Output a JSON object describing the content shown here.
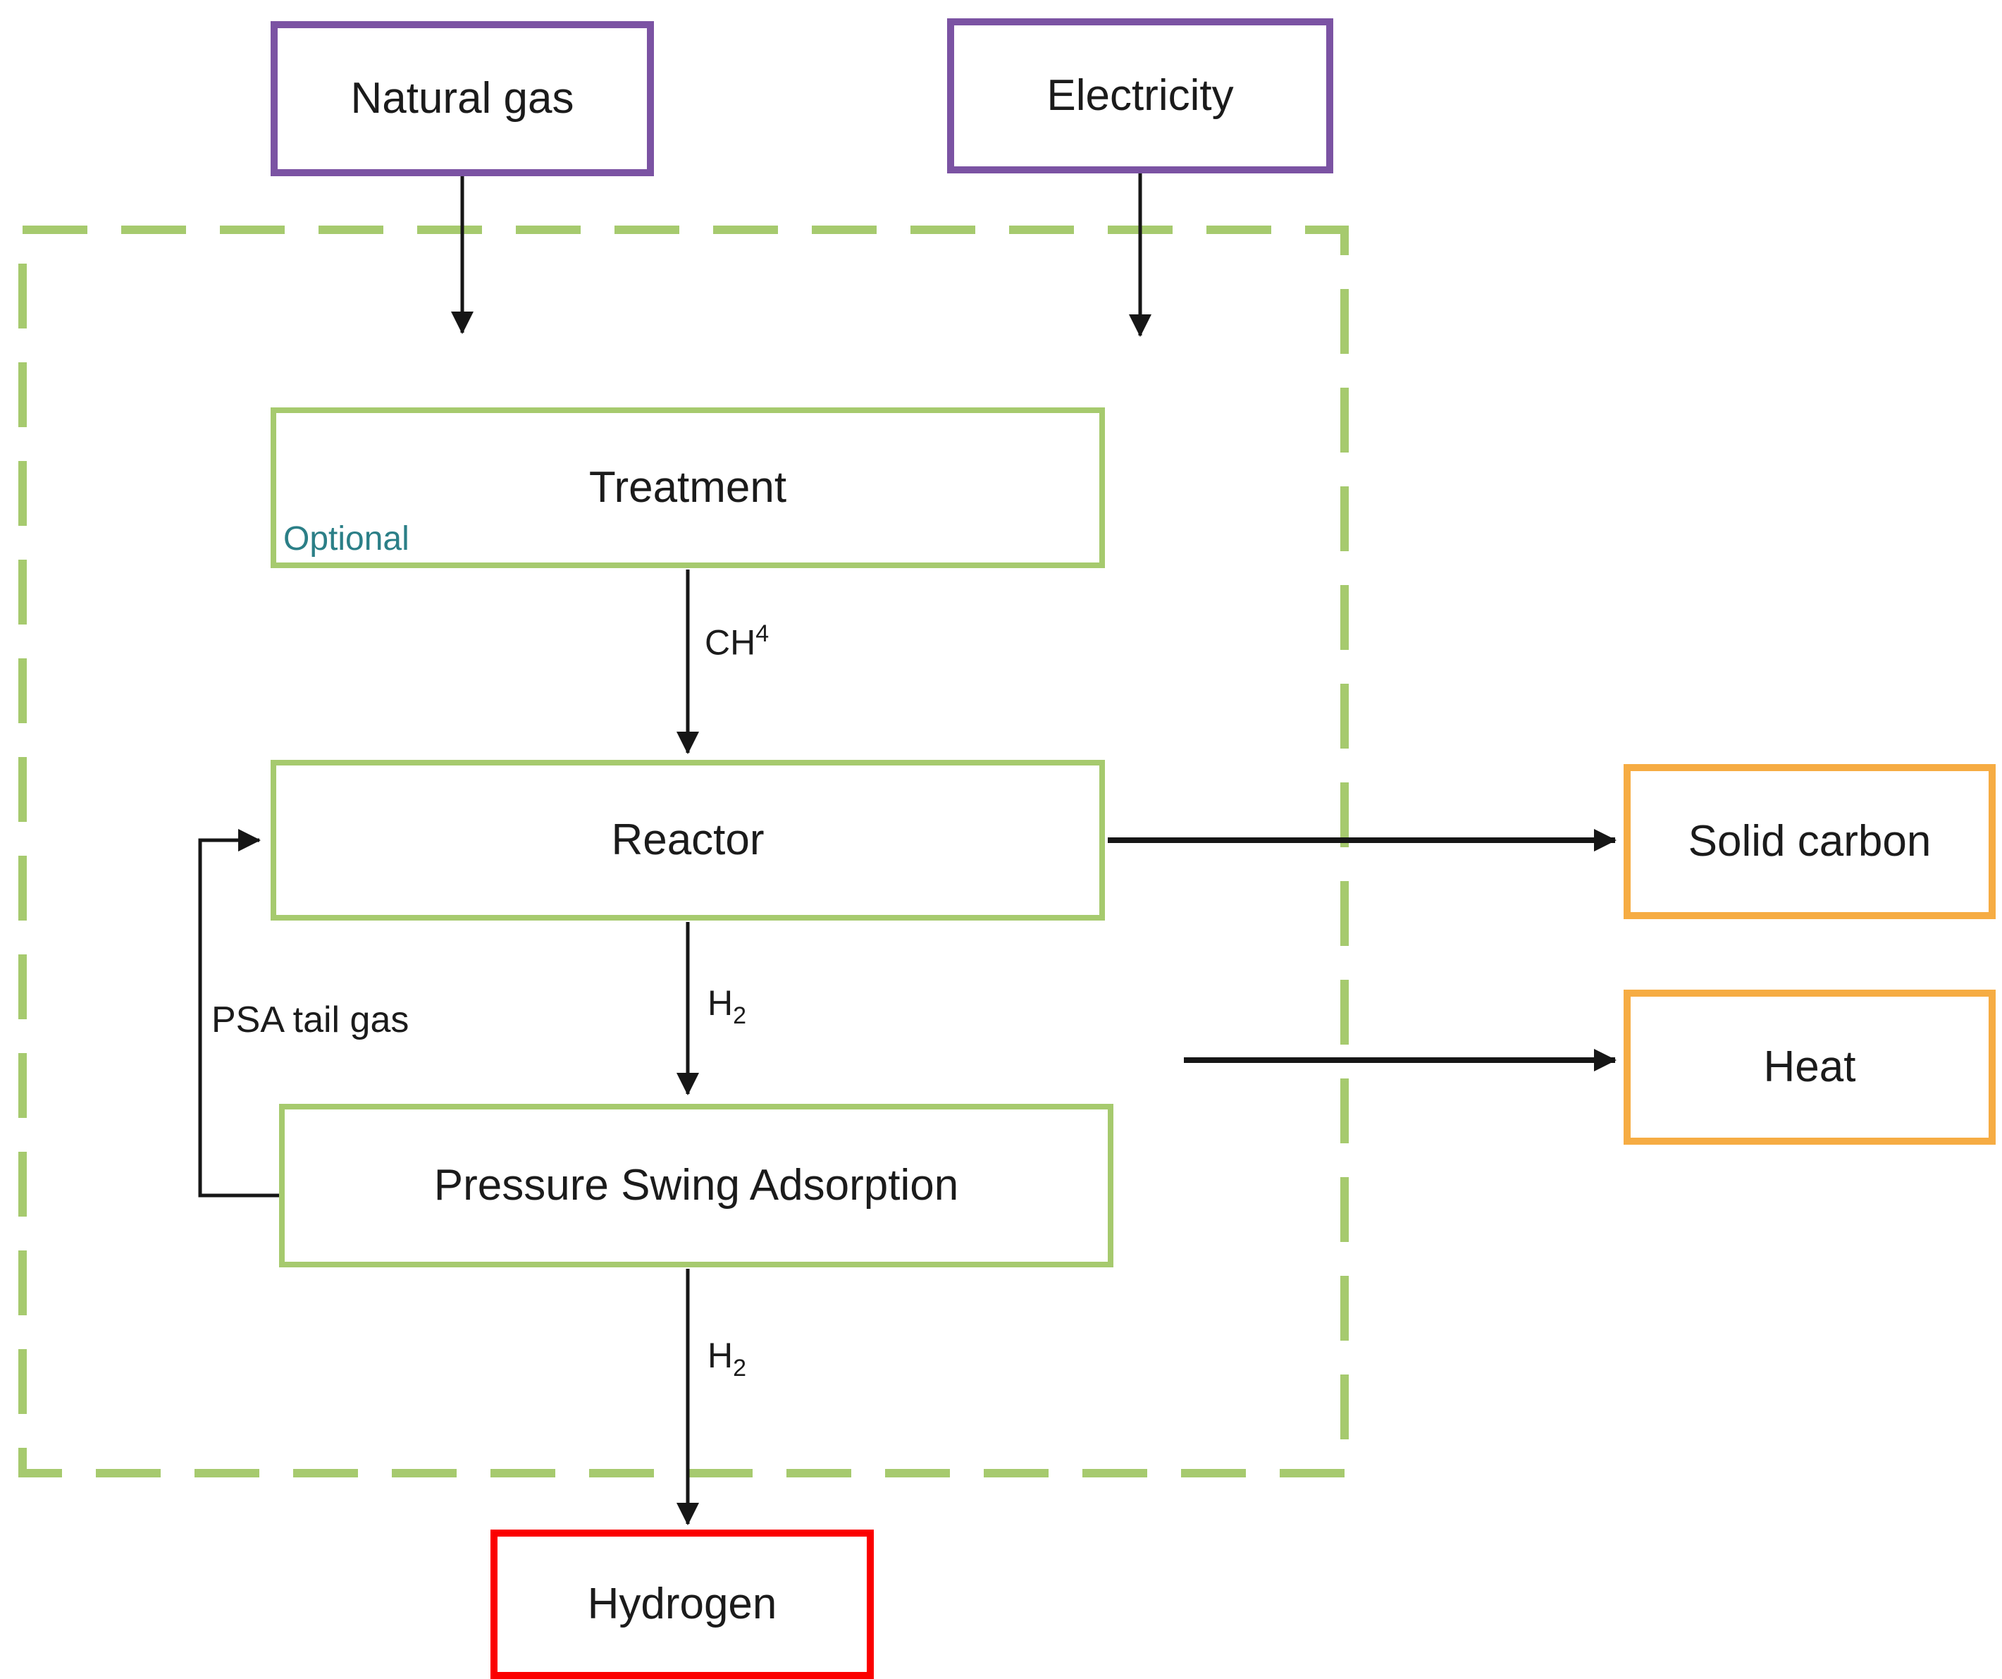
{
  "diagram": {
    "title_hint": "Hydrogen production process flow (methane pyrolysis with PSA)",
    "boxes": {
      "natural_gas": "Natural gas",
      "electricity": "Electricity",
      "treatment": "Treatment",
      "reactor": "Reactor",
      "psa": "Pressure Swing Adsorption",
      "solid_carbon": "Solid carbon",
      "heat": "Heat",
      "hydrogen": "Hydrogen"
    },
    "labels": {
      "optional": "Optional",
      "psa_tail_gas": "PSA tail gas",
      "ch4_base": "CH",
      "ch4_sup": "4",
      "h2_base": "H",
      "h2_sub": "2"
    },
    "colors": {
      "purple": "#7b53a3",
      "green": "#a6ca6e",
      "orange": "#f6ac43",
      "red": "#fb0000",
      "teal": "#2b7f87",
      "line": "#161616",
      "text": "#1b1b1b"
    }
  }
}
